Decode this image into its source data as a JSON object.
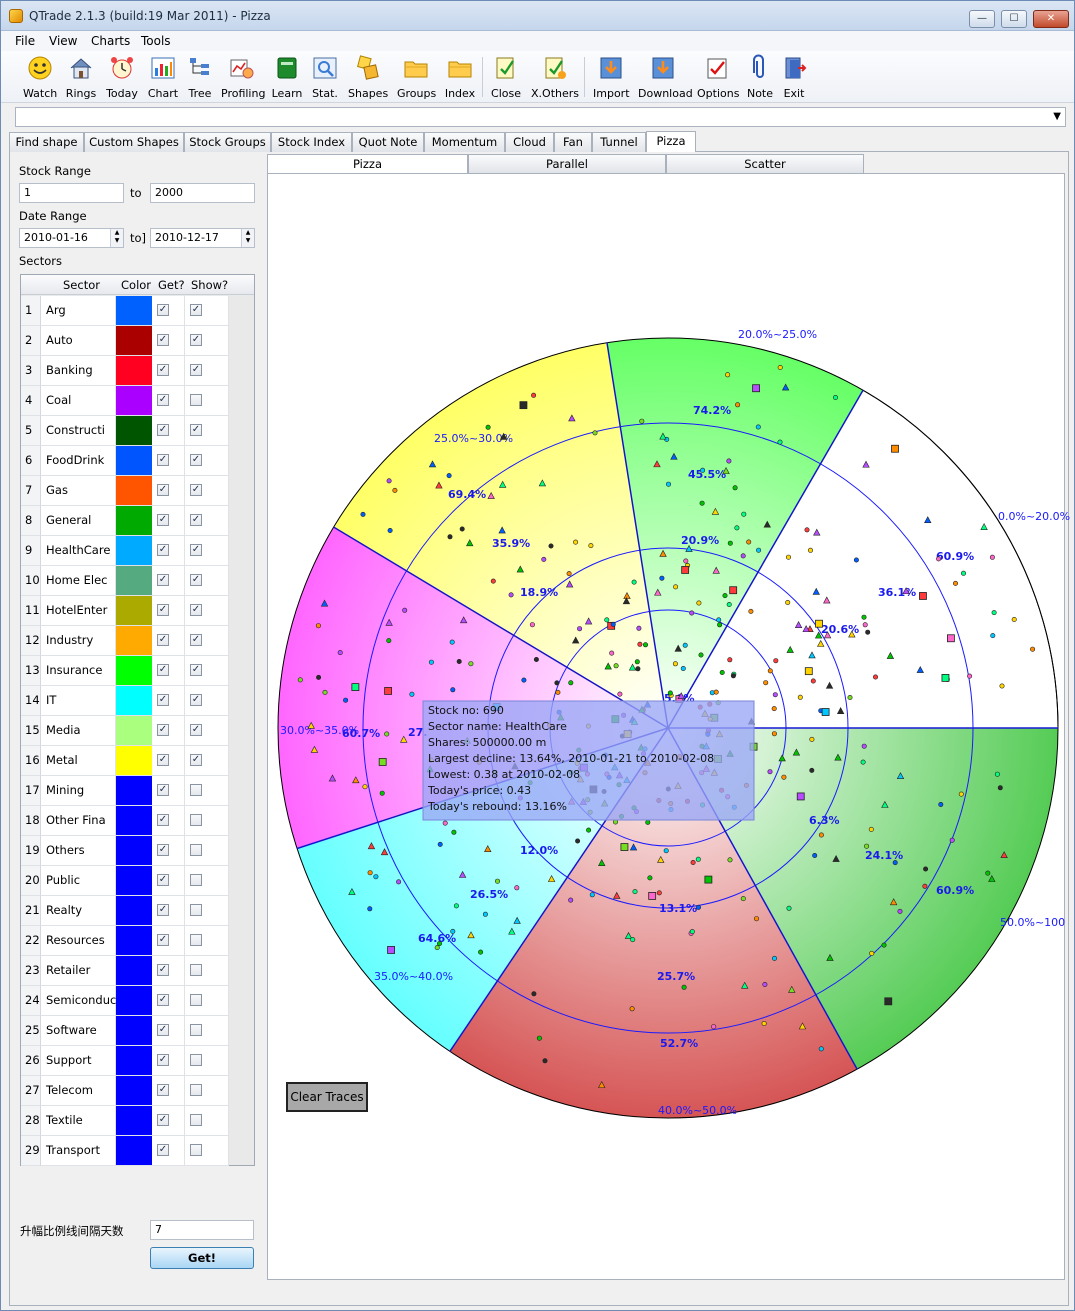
{
  "window": {
    "title": "QTrade 2.1.3 (build:19 Mar 2011) - Pizza"
  },
  "menu": [
    "File",
    "View",
    "Charts",
    "Tools"
  ],
  "toolbar": [
    {
      "label": "Watch",
      "icon": "smiley-icon"
    },
    {
      "label": "Rings",
      "icon": "house-icon"
    },
    {
      "label": "Today",
      "icon": "alarm-clock-icon"
    },
    {
      "label": "Chart",
      "icon": "bar-chart-icon"
    },
    {
      "label": "Tree",
      "icon": "tree-icon"
    },
    {
      "label": "Profiling",
      "icon": "profiling-icon"
    },
    {
      "label": "Learn",
      "icon": "book-icon"
    },
    {
      "label": "Stat.",
      "icon": "statistics-icon"
    },
    {
      "label": "Shapes",
      "icon": "shapes-icon"
    },
    {
      "label": "Groups",
      "icon": "folder-icon"
    },
    {
      "label": "Index",
      "icon": "folder-icon"
    },
    {
      "label": "Close",
      "icon": "close-doc-icon"
    },
    {
      "label": "X.Others",
      "icon": "others-doc-icon"
    },
    {
      "label": "Import",
      "icon": "import-icon"
    },
    {
      "label": "Download",
      "icon": "download-icon"
    },
    {
      "label": "Options",
      "icon": "options-icon"
    },
    {
      "label": "Note",
      "icon": "paperclip-icon"
    },
    {
      "label": "Exit",
      "icon": "exit-door-icon"
    }
  ],
  "tabs": [
    "Find shape",
    "Custom Shapes",
    "Stock Groups",
    "Stock Index",
    "Quot Note",
    "Momentum",
    "Cloud",
    "Fan",
    "Tunnel",
    "Pizza"
  ],
  "active_tab": "Pizza",
  "subtabs": [
    "Pizza",
    "Parallel",
    "Scatter"
  ],
  "left": {
    "stock_range_label": "Stock Range",
    "stock_from": "1",
    "to_label": "to",
    "stock_to": "2000",
    "date_range_label": "Date Range",
    "date_from": "2010-01-16",
    "date_to_label": "to]",
    "date_to": "2010-12-17",
    "sectors_label": "Sectors",
    "columns": [
      "Sector",
      "Color",
      "Get?",
      "Show?"
    ],
    "gap_label": "升幅比例线间隔天数",
    "gap_value": "7",
    "get_label": "Get!"
  },
  "sectors": [
    {
      "no": "1",
      "name": "Arg",
      "color": "#0061ff",
      "get": true,
      "show": true
    },
    {
      "no": "2",
      "name": "Auto",
      "color": "#aa0000",
      "get": true,
      "show": true
    },
    {
      "no": "3",
      "name": "Banking",
      "color": "#ff0020",
      "get": true,
      "show": true
    },
    {
      "no": "4",
      "name": "Coal",
      "color": "#aa00ff",
      "get": true,
      "show": false
    },
    {
      "no": "5",
      "name": "Constructi",
      "color": "#005500",
      "get": true,
      "show": true
    },
    {
      "no": "6",
      "name": "FoodDrink",
      "color": "#0055ff",
      "get": true,
      "show": true
    },
    {
      "no": "7",
      "name": "Gas",
      "color": "#ff5500",
      "get": true,
      "show": true
    },
    {
      "no": "8",
      "name": "General",
      "color": "#00aa00",
      "get": true,
      "show": true
    },
    {
      "no": "9",
      "name": "HealthCare",
      "color": "#00aaff",
      "get": true,
      "show": true
    },
    {
      "no": "10",
      "name": "Home Elec",
      "color": "#55aa7f",
      "get": true,
      "show": true
    },
    {
      "no": "11",
      "name": "HotelEnter",
      "color": "#aaaa00",
      "get": true,
      "show": true
    },
    {
      "no": "12",
      "name": "Industry",
      "color": "#ffaa00",
      "get": true,
      "show": true
    },
    {
      "no": "13",
      "name": "Insurance",
      "color": "#00ff00",
      "get": true,
      "show": true
    },
    {
      "no": "14",
      "name": "IT",
      "color": "#00ffff",
      "get": true,
      "show": true
    },
    {
      "no": "15",
      "name": "Media",
      "color": "#aaff7f",
      "get": true,
      "show": true
    },
    {
      "no": "16",
      "name": "Metal",
      "color": "#ffff00",
      "get": true,
      "show": true
    },
    {
      "no": "17",
      "name": "Mining",
      "color": "#0000ff",
      "get": true,
      "show": false
    },
    {
      "no": "18",
      "name": "Other Fina",
      "color": "#0000ff",
      "get": true,
      "show": false
    },
    {
      "no": "19",
      "name": "Others",
      "color": "#0000ff",
      "get": true,
      "show": false
    },
    {
      "no": "20",
      "name": "Public",
      "color": "#0000ff",
      "get": true,
      "show": false
    },
    {
      "no": "21",
      "name": "Realty",
      "color": "#0000ff",
      "get": true,
      "show": false
    },
    {
      "no": "22",
      "name": "Resources",
      "color": "#0000ff",
      "get": true,
      "show": false
    },
    {
      "no": "23",
      "name": "Retailer",
      "color": "#0000ff",
      "get": true,
      "show": false
    },
    {
      "no": "24",
      "name": "Semiconduc",
      "color": "#0000ff",
      "get": true,
      "show": false
    },
    {
      "no": "25",
      "name": "Software",
      "color": "#0000ff",
      "get": true,
      "show": false
    },
    {
      "no": "26",
      "name": "Support",
      "color": "#0000ff",
      "get": true,
      "show": false
    },
    {
      "no": "27",
      "name": "Telecom",
      "color": "#0000ff",
      "get": true,
      "show": false
    },
    {
      "no": "28",
      "name": "Textile",
      "color": "#0000ff",
      "get": true,
      "show": false
    },
    {
      "no": "29",
      "name": "Transport",
      "color": "#0000ff",
      "get": true,
      "show": false
    }
  ],
  "pizza": {
    "slices": [
      {
        "range": "0.0%~20.0%",
        "color": "#ffffff",
        "pct": [
          "20.6%",
          "36.1%",
          "60.9%"
        ]
      },
      {
        "range": "20.0%~25.0%",
        "color": "#66ff66",
        "pct": [
          "20.9%",
          "45.5%",
          "74.2%"
        ]
      },
      {
        "range": "25.0%~30.0%",
        "color": "#ffff66",
        "pct": [
          "18.9%",
          "35.9%",
          "69.4%"
        ]
      },
      {
        "range": "30.0%~35.0%",
        "color": "#ff66ff",
        "pct": [
          "5.6%",
          "27.",
          "60.7%"
        ]
      },
      {
        "range": "35.0%~40.0%",
        "color": "#66ffff",
        "pct": [
          "12.0%",
          "26.5%",
          "64.6%"
        ]
      },
      {
        "range": "40.0%~50.0%",
        "color": "#d65555",
        "pct": [
          "13.1%",
          "25.7%",
          "52.7%"
        ]
      },
      {
        "range": "50.0%~100",
        "color": "#55cc55",
        "pct": [
          "6.3%",
          "24.1%",
          "60.9%"
        ]
      }
    ],
    "tooltip": [
      "Stock no: 690",
      "Sector name: HealthCare",
      "Shares: 500000.00 m",
      "Largest decline: 13.64%, 2010-01-21 to 2010-02-08",
      "Lowest: 0.38 at 2010-02-08",
      "Today's price: 0.43",
      "Today's rebound: 13.16%"
    ],
    "clear_label": "Clear Traces"
  }
}
